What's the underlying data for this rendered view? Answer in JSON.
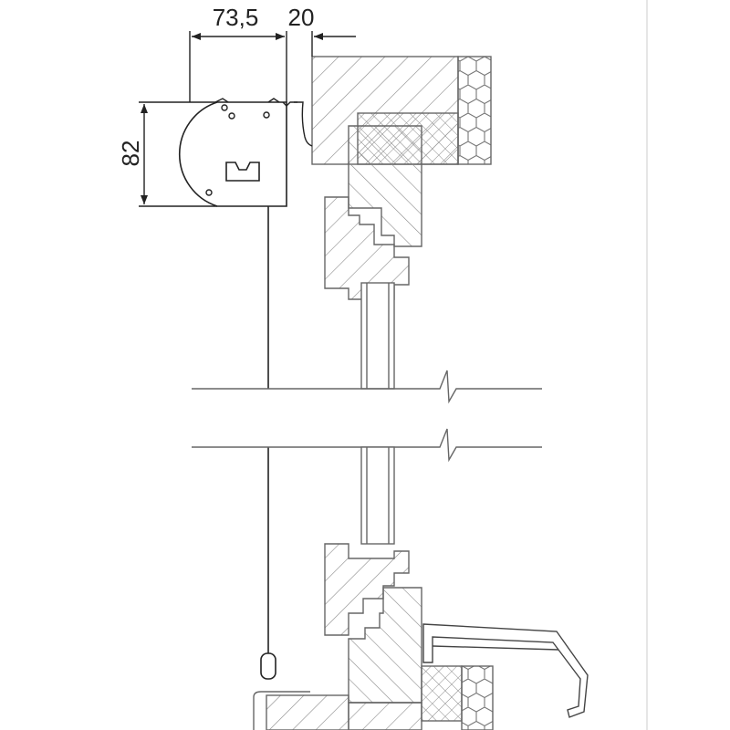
{
  "dimensions": {
    "width_label": "73,5",
    "offset_label": "20",
    "height_label": "82"
  },
  "colors": {
    "line": "#555555",
    "box_line": "#222222",
    "hatch": "#777777",
    "background": "#ffffff",
    "page_edge": "#e6e6e6"
  }
}
